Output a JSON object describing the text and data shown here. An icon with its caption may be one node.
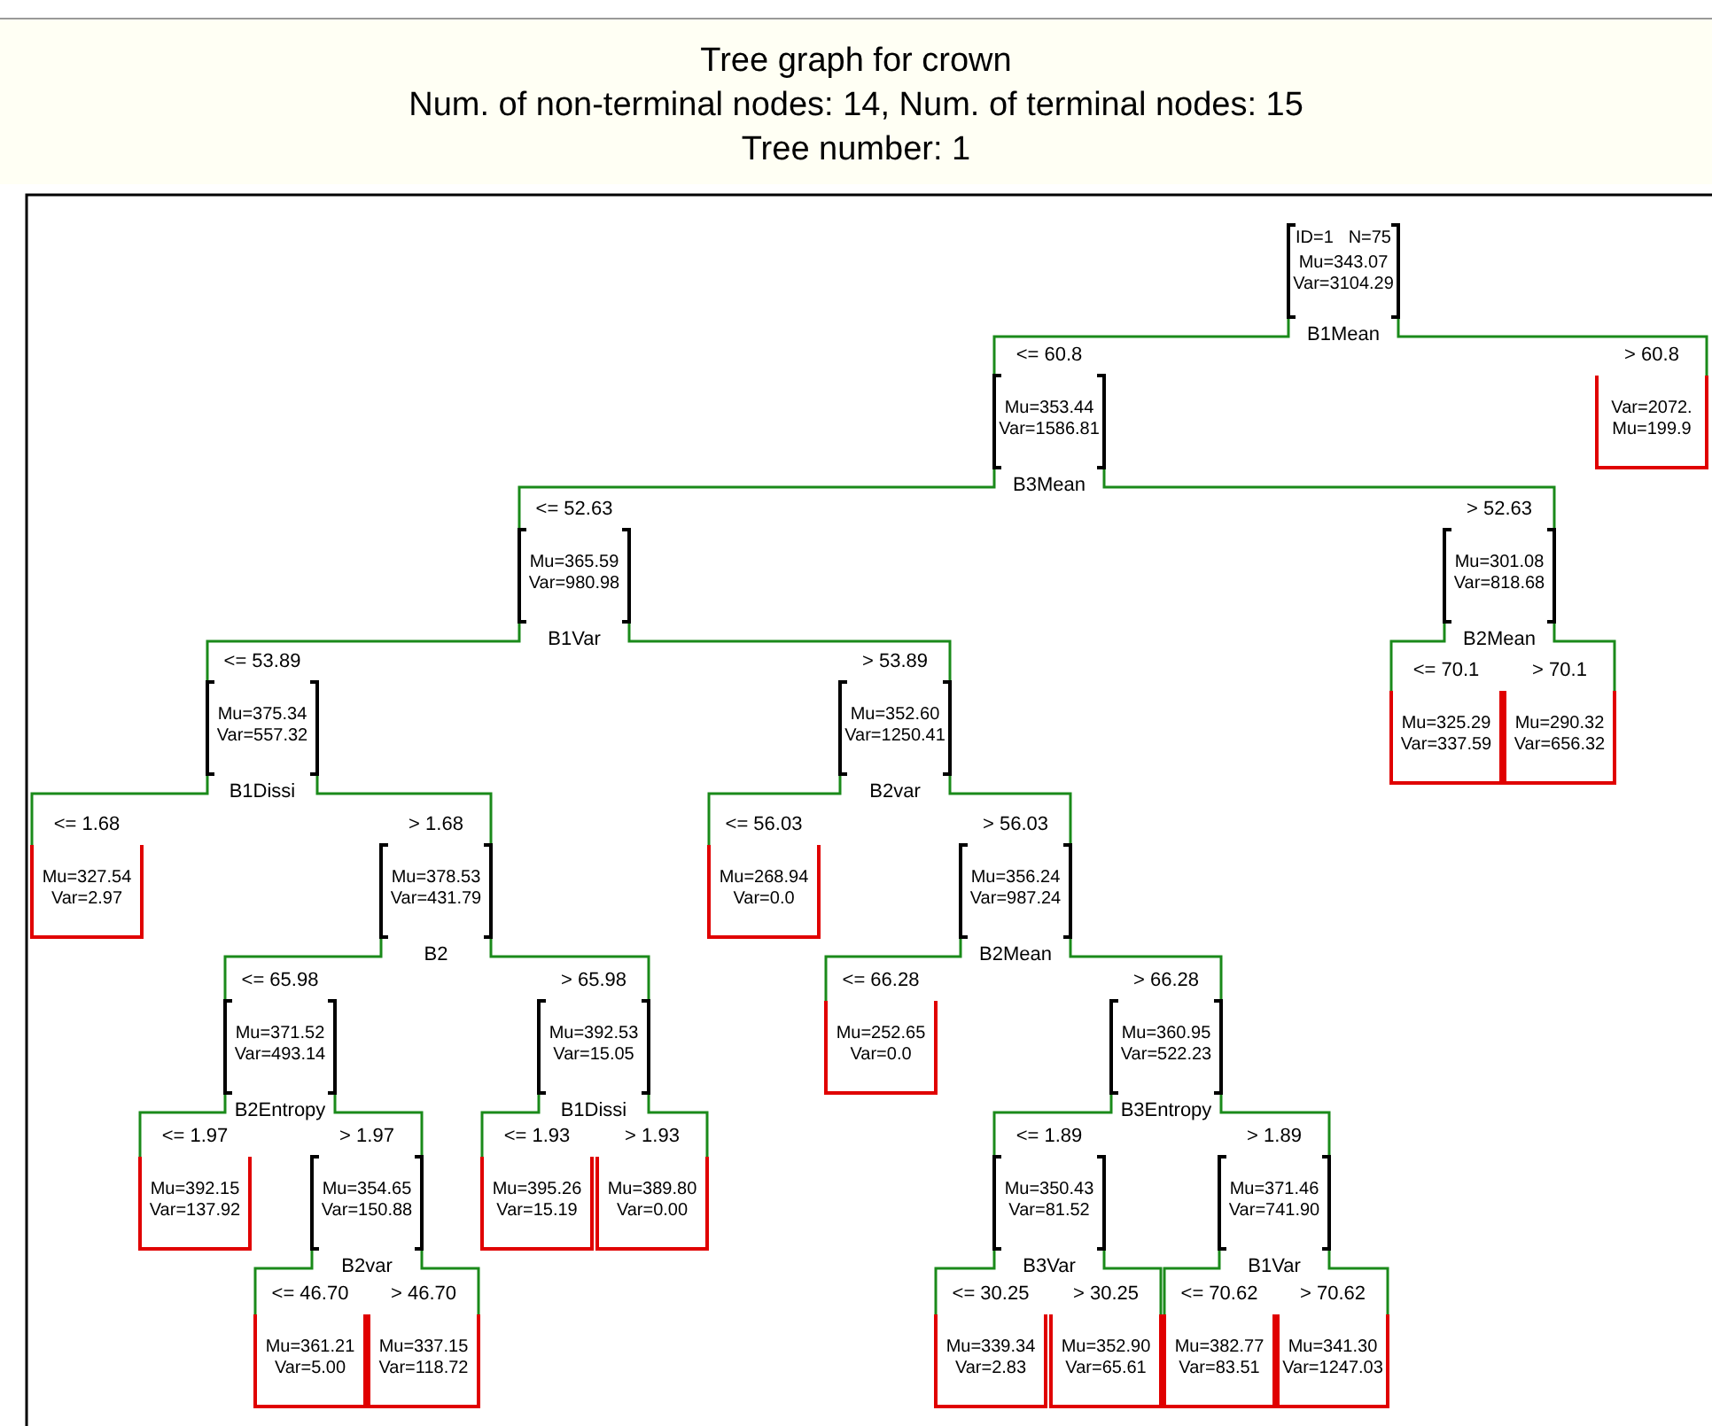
{
  "diagram": {
    "title": "Tree graph for crown",
    "labels": [
      "Num. of non-terminal nodes: 14, Num. of terminal nodes: 15",
      "Tree number: 1"
    ],
    "nodes": [
      {
        "text": [
          "ID=1",
          "N=75",
          "Mu=343.07",
          "Var=3104.29"
        ],
        "beside": [
          "B1Mean"
        ]
      },
      {
        "text": [
          "Mu=353.44",
          "Var=1586.81"
        ],
        "beside": [
          "B3Mean"
        ]
      },
      {
        "text": [
          "Var=2072.",
          "Mu=199.9"
        ]
      },
      {
        "text": [
          "Mu=365.59",
          "Var=980.98"
        ],
        "beside": [
          "B1Var"
        ]
      },
      {
        "text": [
          "Mu=301.08",
          "Var=818.68"
        ],
        "beside": [
          "B2Mean"
        ]
      },
      {
        "text": [
          "Mu=375.34",
          "Var=557.32"
        ],
        "beside": [
          "B1Dissi"
        ]
      },
      {
        "text": [
          "Mu=352.60",
          "Var=1250.41"
        ],
        "beside": [
          "B2var"
        ]
      },
      {
        "text": [
          "Mu=325.29",
          "Var=337.59"
        ]
      },
      {
        "text": [
          "Mu=290.32",
          "Var=656.32"
        ]
      },
      {
        "text": [
          "Mu=327.54",
          "Var=2.97"
        ]
      },
      {
        "text": [
          "Mu=378.53",
          "Var=431.79"
        ],
        "beside": [
          "B2"
        ]
      },
      {
        "text": [
          "Mu=268.94",
          "Var=0.0"
        ]
      },
      {
        "text": [
          "Mu=356.24",
          "Var=987.24"
        ],
        "beside": [
          "B2Mean"
        ]
      },
      {
        "text": [
          "Mu=371.52",
          "Var=493.14"
        ],
        "beside": [
          "B2Entropy"
        ]
      },
      {
        "text": [
          "Mu=392.53",
          "Var=15.05"
        ],
        "beside": [
          "B1Dissi"
        ]
      },
      {
        "text": [
          "Mu=252.65",
          "Var=0.0"
        ]
      },
      {
        "text": [
          "Mu=360.95",
          "Var=522.23"
        ],
        "beside": [
          "B3Entropy"
        ]
      },
      {
        "text": [
          "Mu=392.15",
          "Var=137.92"
        ]
      },
      {
        "text": [
          "Mu=354.65",
          "Var=150.88"
        ],
        "beside": [
          "B2var"
        ]
      },
      {
        "text": [
          "Mu=395.26",
          "Var=15.19"
        ]
      },
      {
        "text": [
          "Mu=389.80",
          "Var=0.00"
        ]
      },
      {
        "text": [
          "Mu=350.43",
          "Var=81.52"
        ],
        "beside": [
          "B3Var"
        ]
      },
      {
        "text": [
          "Mu=371.46",
          "Var=741.90"
        ],
        "beside": [
          "B1Var"
        ]
      },
      {
        "text": [
          "Mu=361.21",
          "Var=5.00"
        ]
      },
      {
        "text": [
          "Mu=337.15",
          "Var=118.72"
        ]
      },
      {
        "text": [
          "Mu=339.34",
          "Var=2.83"
        ]
      },
      {
        "text": [
          "Mu=352.90",
          "Var=65.61"
        ]
      },
      {
        "text": [
          "Mu=382.77",
          "Var=83.51"
        ]
      },
      {
        "text": [
          "Mu=341.30",
          "Var=1247.03"
        ]
      }
    ],
    "edges": [
      {
        "from": 0,
        "to": 1,
        "arrow": "none",
        "label": "<= 60.8"
      },
      {
        "from": 0,
        "to": 2,
        "arrow": "none",
        "label": "> 60.8"
      },
      {
        "from": 1,
        "to": 3,
        "arrow": "none",
        "label": "<= 52.63"
      },
      {
        "from": 1,
        "to": 4,
        "arrow": "none",
        "label": "> 52.63"
      },
      {
        "from": 3,
        "to": 5,
        "arrow": "none",
        "label": "<= 53.89"
      },
      {
        "from": 3,
        "to": 6,
        "arrow": "none",
        "label": "> 53.89"
      },
      {
        "from": 4,
        "to": 7,
        "arrow": "none",
        "label": "<= 70.1"
      },
      {
        "from": 4,
        "to": 8,
        "arrow": "none",
        "label": "> 70.1"
      },
      {
        "from": 5,
        "to": 9,
        "arrow": "none",
        "label": "<= 1.68"
      },
      {
        "from": 5,
        "to": 10,
        "arrow": "none",
        "label": "> 1.68"
      },
      {
        "from": 6,
        "to": 11,
        "arrow": "none",
        "label": "<= 56.03"
      },
      {
        "from": 6,
        "to": 12,
        "arrow": "none",
        "label": "> 56.03"
      },
      {
        "from": 10,
        "to": 13,
        "arrow": "none",
        "label": "<= 65.98"
      },
      {
        "from": 10,
        "to": 14,
        "arrow": "none",
        "label": "> 65.98"
      },
      {
        "from": 12,
        "to": 15,
        "arrow": "none",
        "label": "<= 66.28"
      },
      {
        "from": 12,
        "to": 16,
        "arrow": "none",
        "label": "> 66.28"
      },
      {
        "from": 13,
        "to": 17,
        "arrow": "none",
        "label": "<= 1.97"
      },
      {
        "from": 13,
        "to": 18,
        "arrow": "none",
        "label": "> 1.97"
      },
      {
        "from": 14,
        "to": 19,
        "arrow": "none",
        "label": "<= 1.93"
      },
      {
        "from": 14,
        "to": 20,
        "arrow": "none",
        "label": "> 1.93"
      },
      {
        "from": 16,
        "to": 21,
        "arrow": "none",
        "label": "<= 1.89"
      },
      {
        "from": 16,
        "to": 22,
        "arrow": "none",
        "label": "> 1.89"
      },
      {
        "from": 18,
        "to": 23,
        "arrow": "none",
        "label": "<= 46.70"
      },
      {
        "from": 18,
        "to": 24,
        "arrow": "none",
        "label": "> 46.70"
      },
      {
        "from": 21,
        "to": 25,
        "arrow": "none",
        "label": "<= 30.25"
      },
      {
        "from": 21,
        "to": 26,
        "arrow": "none",
        "label": "> 30.25"
      },
      {
        "from": 22,
        "to": 27,
        "arrow": "none",
        "label": "<= 70.62"
      },
      {
        "from": 22,
        "to": 28,
        "arrow": "none",
        "label": "> 70.62"
      }
    ]
  }
}
